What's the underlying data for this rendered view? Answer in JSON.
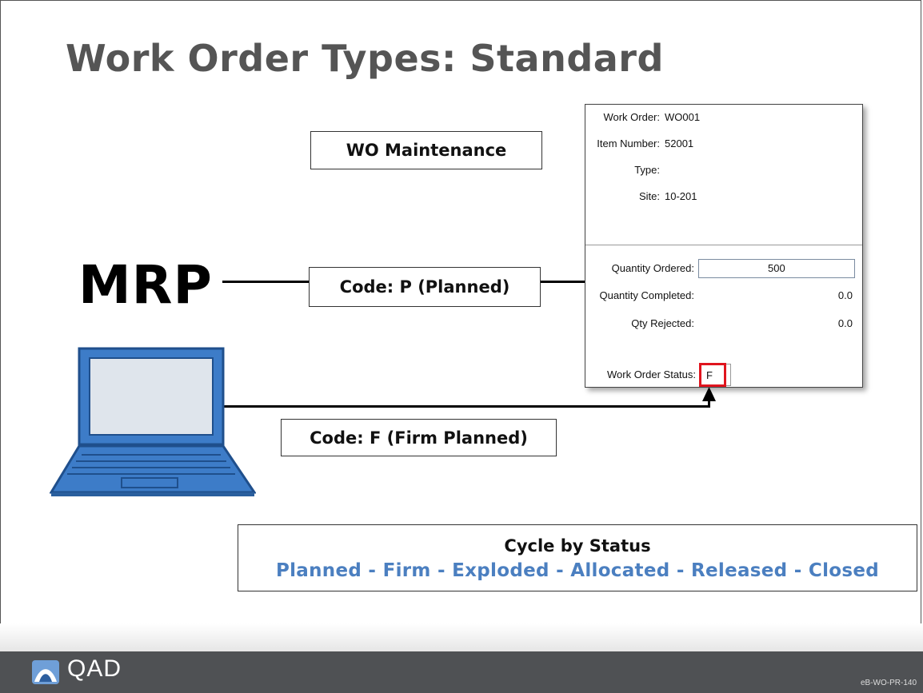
{
  "slide": {
    "title": "Work Order Types: Standard",
    "wo_maintenance_label": "WO Maintenance",
    "mrp_label": "MRP",
    "code_p_label": "Code: P (Planned)",
    "code_f_label": "Code: F (Firm Planned)"
  },
  "form": {
    "work_order_label": "Work Order:",
    "work_order_value": "WO001",
    "item_number_label": "Item Number:",
    "item_number_value": "52001",
    "type_label": "Type:",
    "type_value": "",
    "site_label": "Site:",
    "site_value": "10-201",
    "qty_ordered_label": "Quantity Ordered:",
    "qty_ordered_value": "500",
    "qty_completed_label": "Quantity Completed:",
    "qty_completed_value": "0.0",
    "qty_rejected_label": "Qty Rejected:",
    "qty_rejected_value": "0.0",
    "status_label": "Work Order Status:",
    "status_value": "F"
  },
  "cycle": {
    "heading": "Cycle by Status",
    "sequence": "Planned - Firm - Exploded - Allocated - Released - Closed"
  },
  "footer": {
    "brand": "QAD",
    "slide_code": "eB-WO-PR-140"
  },
  "colors": {
    "title": "#555555",
    "cycle_sequence": "#4b7fc0",
    "highlight": "#e0141e",
    "laptop": "#3d7cc8",
    "footer": "#4f5154"
  }
}
